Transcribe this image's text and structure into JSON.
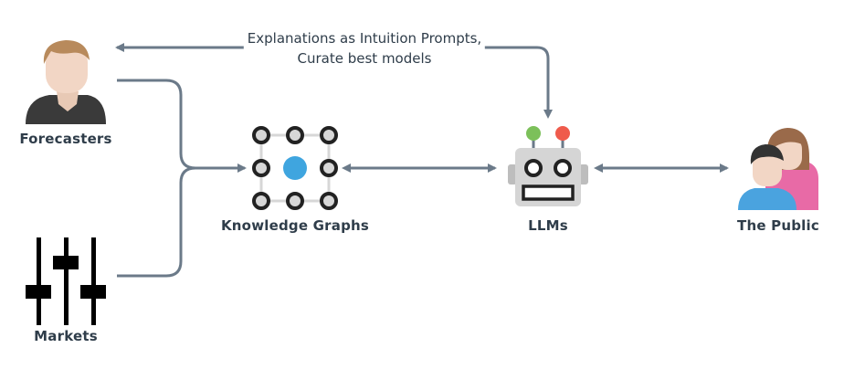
{
  "nodes": {
    "forecasters": {
      "label": "Forecasters",
      "icon": "person-icon"
    },
    "markets": {
      "label": "Markets",
      "icon": "sliders-icon"
    },
    "knowledge_graphs": {
      "label": "Knowledge Graphs",
      "icon": "graph-nodes-icon"
    },
    "llms": {
      "label": "LLMs",
      "icon": "robot-icon"
    },
    "public": {
      "label": "The Public",
      "icon": "people-icon"
    }
  },
  "edge_labels": {
    "feedback_line1": "Explanations as Intuition Prompts,",
    "feedback_line2": "Curate best models"
  },
  "colors": {
    "arrow": "#6b7a89",
    "text": "#2f3d4a",
    "accent_blue": "#3fa5df",
    "robot_green": "#7cc05a",
    "robot_red": "#ef5b4c",
    "skin": "#f2d6c5",
    "hair_brown": "#b88a5c",
    "shirt_dark": "#3a3a3a",
    "shirt_blue": "#4aa3df",
    "shirt_pink": "#e86aa6"
  }
}
